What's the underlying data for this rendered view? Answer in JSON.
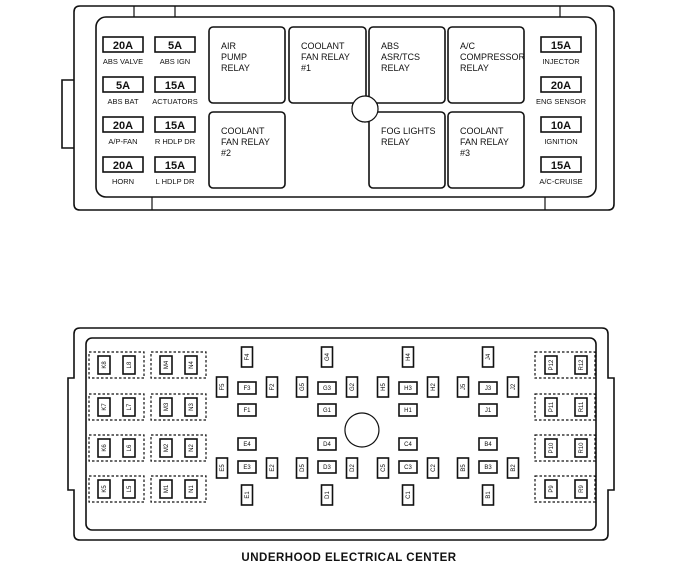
{
  "top_panel": {
    "fuses_left": [
      {
        "amp": "20A",
        "label": "ABS VALVE"
      },
      {
        "amp": "5A",
        "label": "ABS IGN"
      },
      {
        "amp": "5A",
        "label": "ABS BAT"
      },
      {
        "amp": "15A",
        "label": "ACTUATORS"
      },
      {
        "amp": "20A",
        "label": "A/P-FAN"
      },
      {
        "amp": "15A",
        "label": "R HDLP DR"
      },
      {
        "amp": "20A",
        "label": "HORN"
      },
      {
        "amp": "15A",
        "label": "L HDLP DR"
      }
    ],
    "fuses_right": [
      {
        "amp": "15A",
        "label": "INJECTOR"
      },
      {
        "amp": "20A",
        "label": "ENG SENSOR"
      },
      {
        "amp": "10A",
        "label": "IGNITION"
      },
      {
        "amp": "15A",
        "label": "A/C-CRUISE"
      }
    ],
    "relays": [
      {
        "lines": [
          "AIR",
          "PUMP",
          "RELAY"
        ]
      },
      {
        "lines": [
          "COOLANT",
          "FAN RELAY",
          "#1"
        ]
      },
      {
        "lines": [
          "ABS",
          "ASR/TCS",
          "RELAY"
        ]
      },
      {
        "lines": [
          "A/C",
          "COMPRESSOR",
          "RELAY"
        ]
      },
      {
        "lines": [
          "COOLANT",
          "FAN RELAY",
          "#2"
        ]
      },
      {
        "lines": [
          "FOG LIGHTS",
          "RELAY"
        ]
      },
      {
        "lines": [
          "COOLANT",
          "FAN RELAY",
          "#3"
        ]
      }
    ]
  },
  "bottom_panel": {
    "left_blocks": [
      [
        "K8",
        "L8",
        "M4",
        "N4"
      ],
      [
        "K7",
        "L7",
        "M3",
        "N3"
      ],
      [
        "K6",
        "L6",
        "M2",
        "N2"
      ],
      [
        "K5",
        "L5",
        "M1",
        "N1"
      ]
    ],
    "right_blocks": [
      [
        "P12",
        "R12"
      ],
      [
        "P11",
        "R11"
      ],
      [
        "P10",
        "R10"
      ],
      [
        "P9",
        "R9"
      ]
    ],
    "cavities": {
      "F4": "F4",
      "F5": "F5",
      "F3": "F3",
      "F2": "F2",
      "F1": "F1",
      "G4": "G4",
      "G5": "G5",
      "G3": "G3",
      "G2": "G2",
      "G1": "G1",
      "H4": "H4",
      "H5": "H5",
      "H3": "H3",
      "H2": "H2",
      "H1": "H1",
      "J4": "J4",
      "J5": "J5",
      "J3": "J3",
      "J2": "J2",
      "J1": "J1",
      "E4": "E4",
      "E5": "E5",
      "E3": "E3",
      "E2": "E2",
      "E1": "E1",
      "D4": "D4",
      "D5": "D5",
      "D3": "D3",
      "D2": "D2",
      "D1": "D1",
      "C4": "C4",
      "C5": "C5",
      "C3": "C3",
      "C2": "C2",
      "C1": "C1",
      "B4": "B4",
      "B5": "B5",
      "B3": "B3",
      "B2": "B2",
      "B1": "B1"
    }
  },
  "caption": "UNDERHOOD ELECTRICAL CENTER"
}
